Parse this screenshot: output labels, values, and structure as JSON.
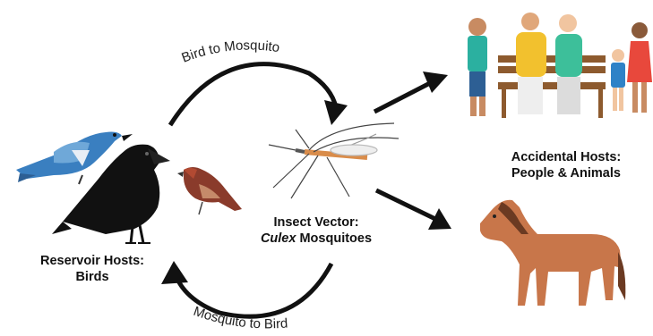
{
  "arrows": {
    "bird_to_mosquito": "Bird to Mosquito",
    "mosquito_to_bird": "Mosquito to Bird"
  },
  "reservoir": {
    "line1": "Reservoir Hosts:",
    "line2": "Birds"
  },
  "vector": {
    "line1": "Insect Vector:",
    "genus": "Culex",
    "line2_rest": " Mosquitoes"
  },
  "accidental": {
    "line1": "Accidental Hosts:",
    "line2": "People & Animals"
  },
  "colors": {
    "arrow": "#111111",
    "horse": "#c8764a",
    "bluejay": "#3a7fc0",
    "crow": "#111111",
    "finch": "#8a3b2b",
    "mosquito": "#d98c4a",
    "bench": "#8d5a2e"
  }
}
